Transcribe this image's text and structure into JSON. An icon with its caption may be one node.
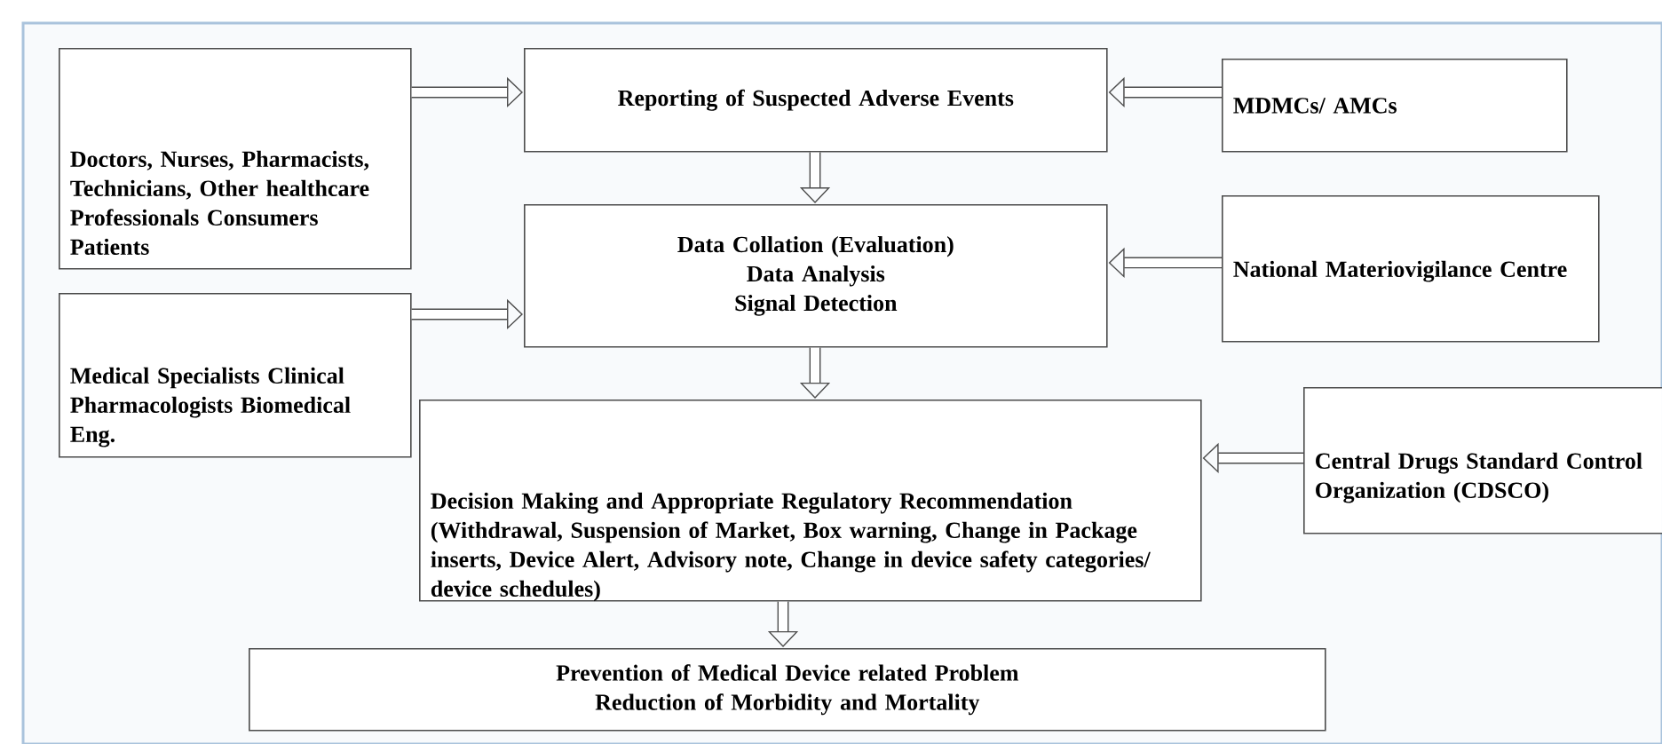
{
  "diagram": {
    "nodes": [
      {
        "text": [
          "Doctors, Nurses, Pharmacists, Technicians, Other healthcare Professionals Consumers Patients"
        ]
      },
      {
        "text": [
          "Reporting of Suspected Adverse Events"
        ]
      },
      {
        "text": [
          "MDMCs/ AMCs"
        ]
      },
      {
        "text": [
          "Medical Specialists Clinical Pharmacologists Biomedical Eng."
        ]
      },
      {
        "text": [
          "Data Collation (Evaluation)",
          "Data Analysis",
          "Signal Detection"
        ]
      },
      {
        "text": [
          "National Materiovigilance Centre"
        ]
      },
      {
        "text": [
          "Decision Making and Appropriate Regulatory Recommendation",
          "(Withdrawal, Suspension of Market, Box warning, Change in Package inserts, Device Alert, Advisory note, Change in device safety categories/ device schedules)"
        ]
      },
      {
        "text": [
          "Central Drugs Standard Control Organization (CDSCO)"
        ]
      },
      {
        "text": [
          "Prevention of Medical Device related Problem",
          "Reduction of Morbidity and Mortality"
        ]
      }
    ],
    "edges": [
      {
        "from": 0,
        "to": 1,
        "arrow": "to"
      },
      {
        "from": 2,
        "to": 1,
        "arrow": "to"
      },
      {
        "from": 1,
        "to": 4,
        "arrow": "to"
      },
      {
        "from": 3,
        "to": 4,
        "arrow": "to"
      },
      {
        "from": 5,
        "to": 4,
        "arrow": "to"
      },
      {
        "from": 4,
        "to": 6,
        "arrow": "to"
      },
      {
        "from": 7,
        "to": 6,
        "arrow": "to"
      },
      {
        "from": 6,
        "to": 8,
        "arrow": "to"
      }
    ]
  }
}
